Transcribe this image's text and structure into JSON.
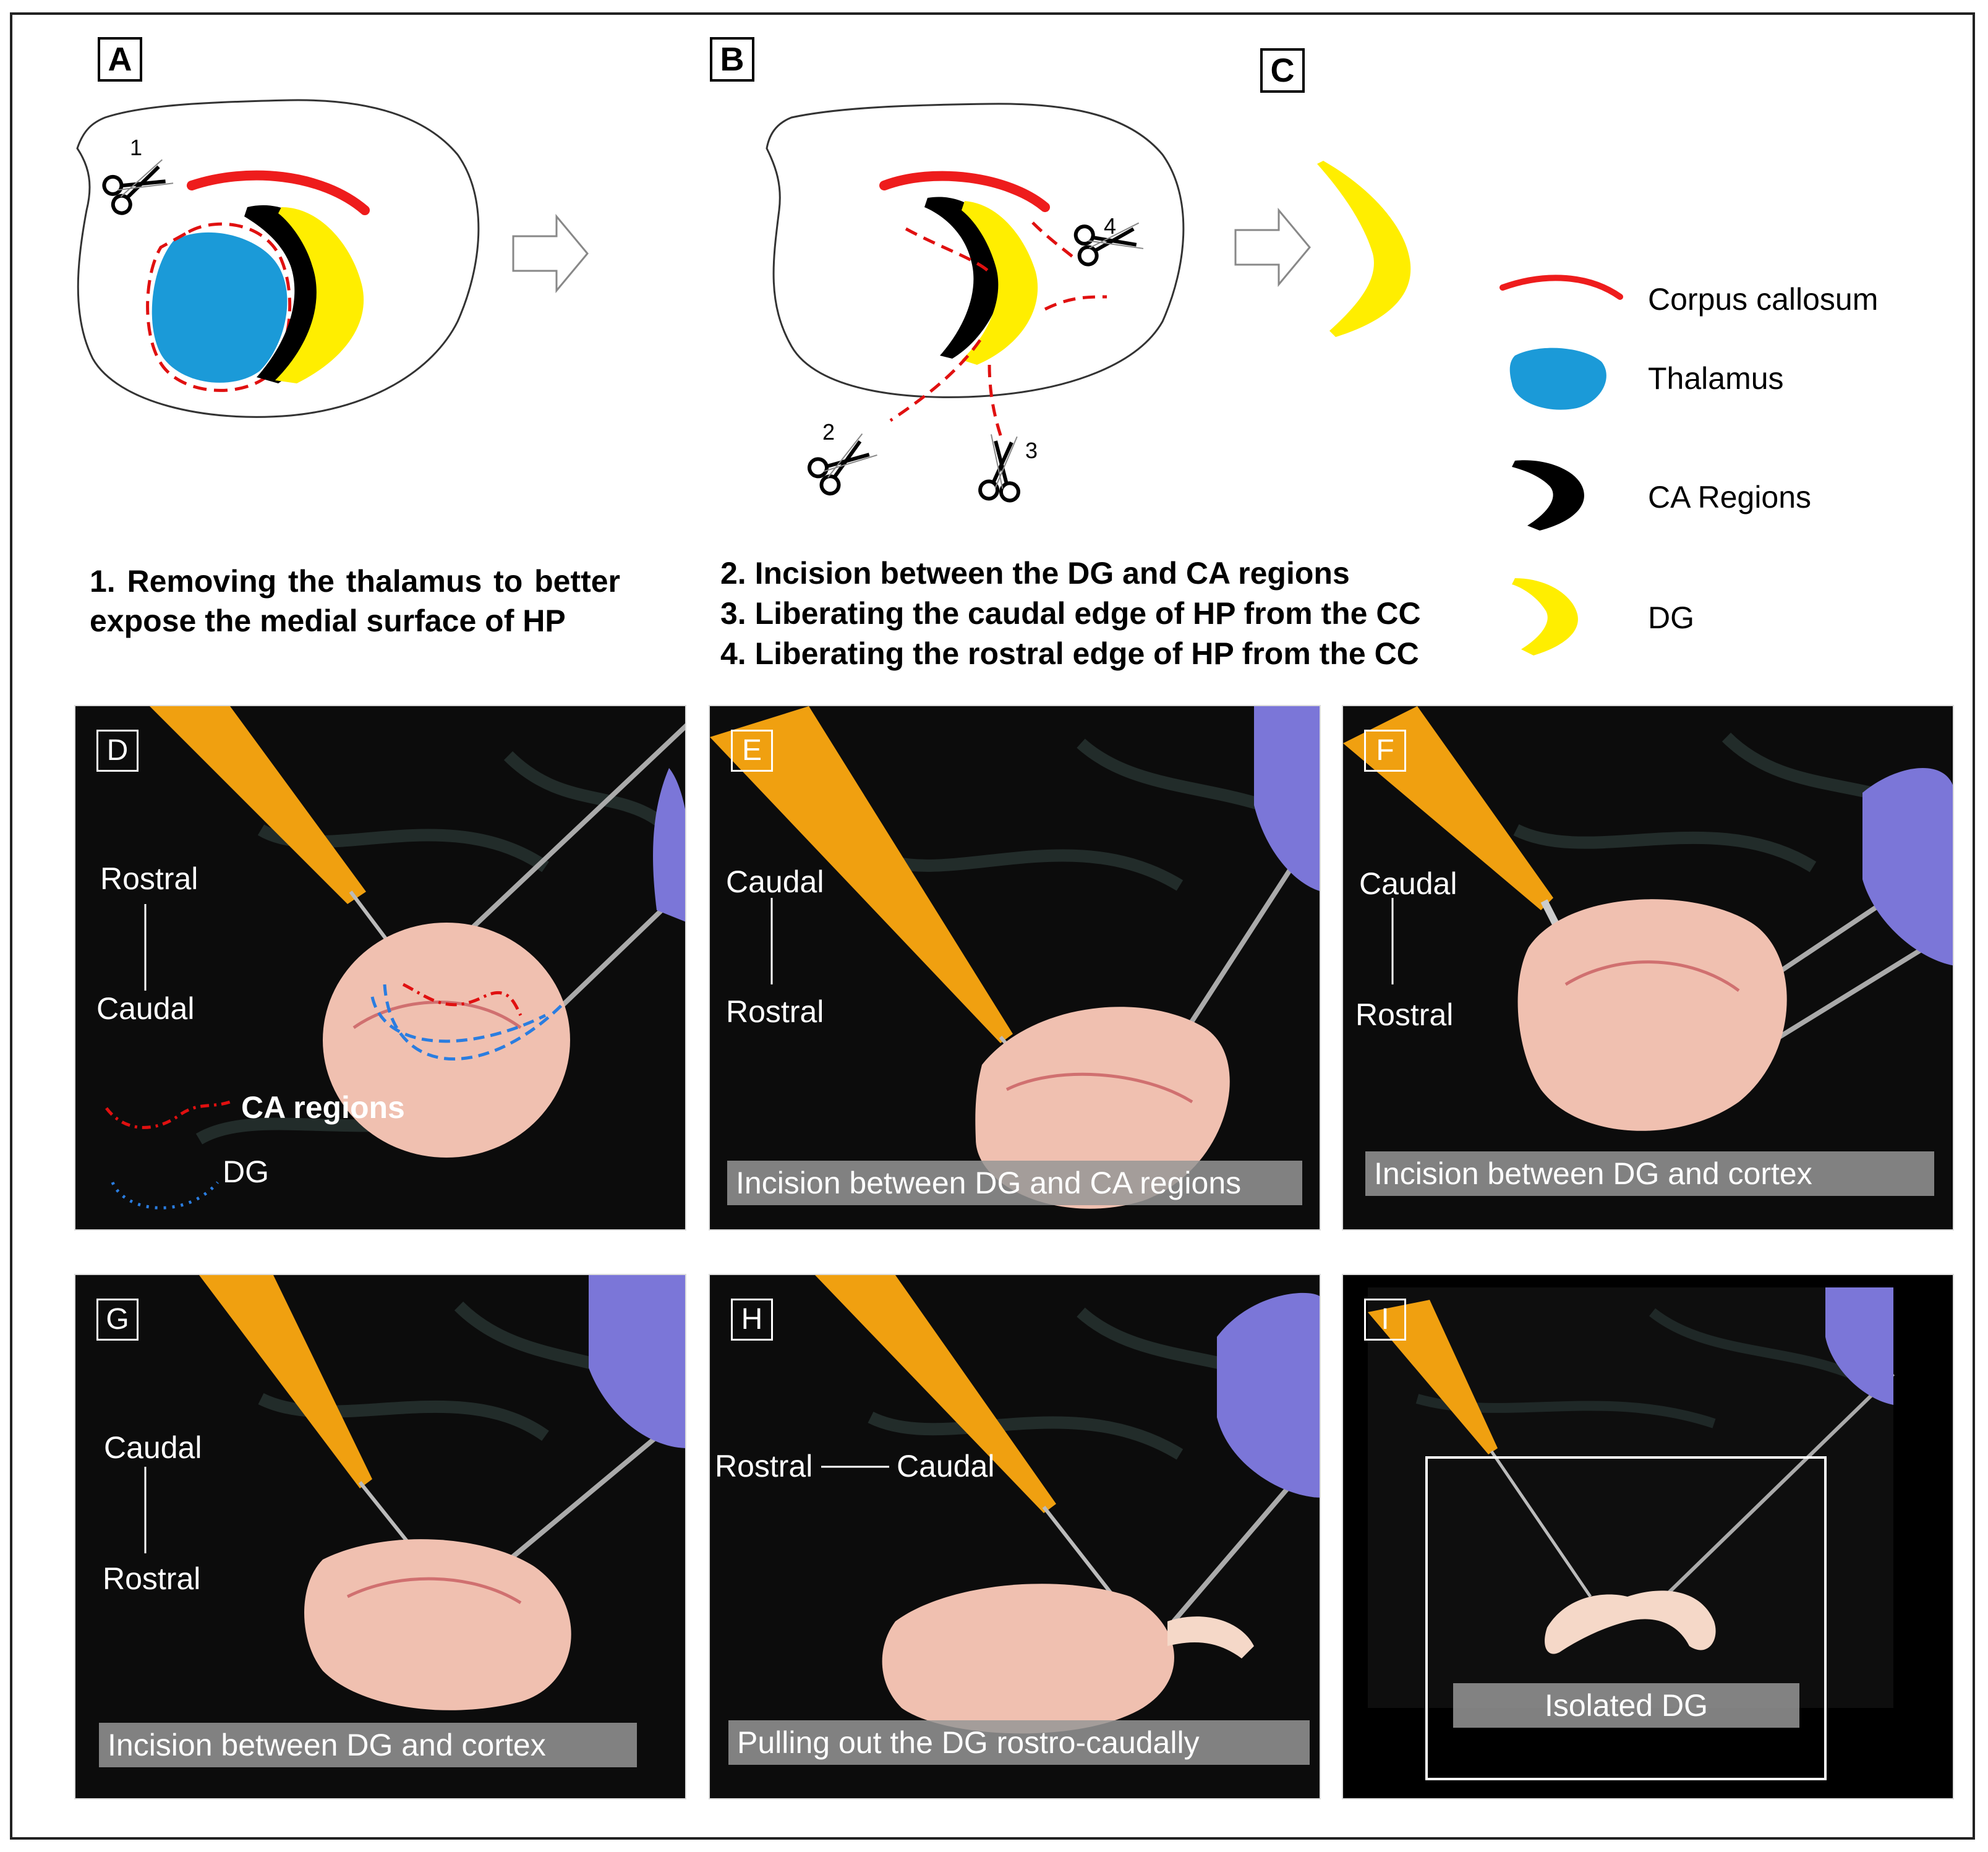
{
  "panels": {
    "A": {
      "label": "A",
      "scissor_number": "1",
      "caption": "1. Removing the thalamus to better expose the medial surface of HP"
    },
    "B": {
      "label": "B",
      "scissor_numbers": [
        "2",
        "3",
        "4"
      ],
      "steps": [
        "2. Incision between the DG and CA regions",
        "3. Liberating the caudal edge of HP from the CC",
        "4. Liberating the rostral edge of HP from the CC"
      ]
    },
    "C": {
      "label": "C"
    },
    "D": {
      "label": "D",
      "dir_top": "Rostral",
      "dir_bottom": "Caudal",
      "key_ca": "CA regions",
      "key_dg": "DG"
    },
    "E": {
      "label": "E",
      "dir_top": "Caudal",
      "dir_bottom": "Rostral",
      "caption": "Incision between DG and CA regions"
    },
    "F": {
      "label": "F",
      "dir_top": "Caudal",
      "dir_bottom": "Rostral",
      "caption": "Incision between DG and cortex"
    },
    "G": {
      "label": "G",
      "dir_top": "Caudal",
      "dir_bottom": "Rostral",
      "caption": "Incision between DG and cortex"
    },
    "H": {
      "label": "H",
      "dir_left": "Rostral",
      "dir_right": "Caudal",
      "caption": "Pulling out the DG rostro-caudally"
    },
    "I": {
      "label": "I",
      "caption": "Isolated DG"
    }
  },
  "legend": [
    {
      "label": "Corpus callosum",
      "color": "#ee1c1c",
      "icon": "red-curve-icon"
    },
    {
      "label": "Thalamus",
      "color": "#1b9ad8",
      "icon": "blue-blob-icon"
    },
    {
      "label": "CA Regions",
      "color": "#000000",
      "icon": "black-crescent-icon"
    },
    {
      "label": "DG",
      "color": "#ffee00",
      "icon": "yellow-crescent-icon"
    }
  ],
  "colors": {
    "corpus_callosum": "#ee1c1c",
    "thalamus": "#1b9ad8",
    "ca_regions": "#000000",
    "dg": "#ffee00",
    "cut_line": "#e01010",
    "dg_outline_photo": "#2a7de0",
    "pipette": "#f0a010",
    "glove": "#7b76d8",
    "tissue": "#f0c0b0"
  }
}
